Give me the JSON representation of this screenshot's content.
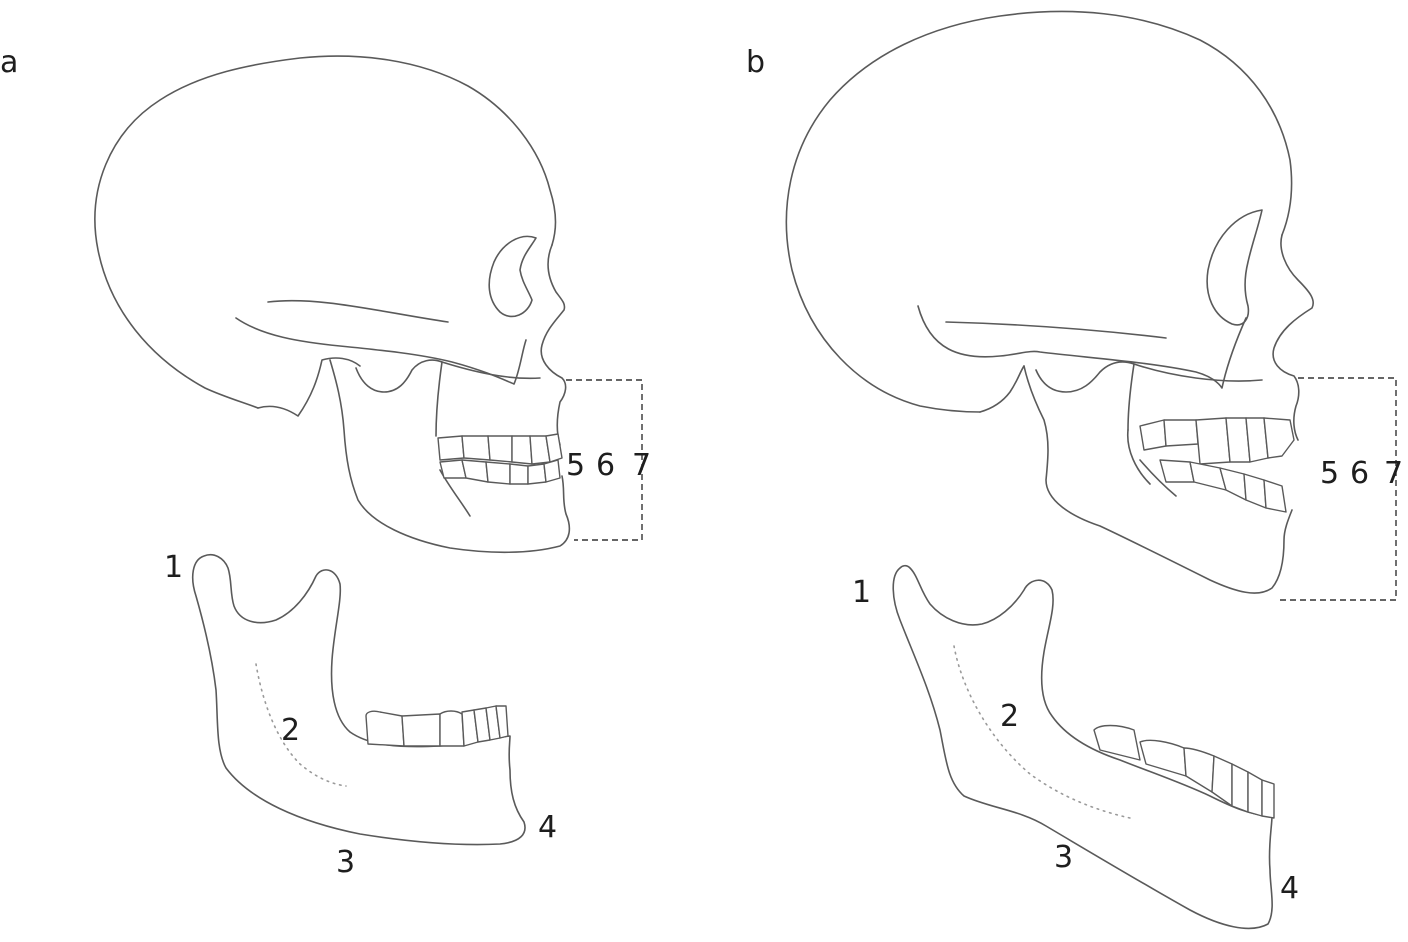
{
  "panels": [
    {
      "letter": "a",
      "labels": [
        "1",
        "2",
        "3",
        "4",
        "5",
        "6",
        "7"
      ]
    },
    {
      "letter": "b",
      "labels": [
        "1",
        "2",
        "3",
        "4",
        "5",
        "6",
        "7"
      ]
    }
  ]
}
